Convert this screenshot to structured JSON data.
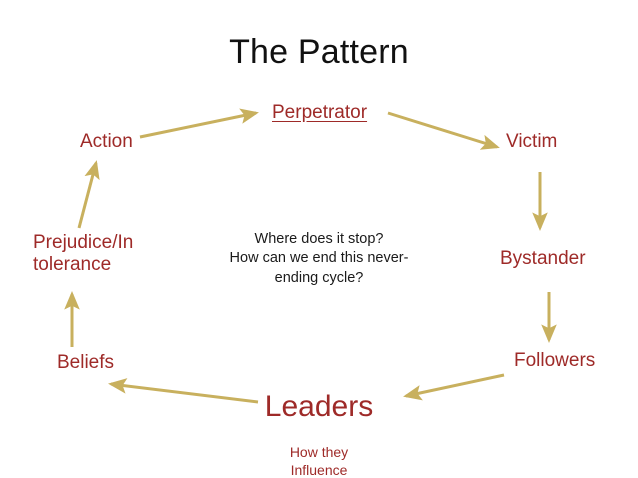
{
  "slide": {
    "title": "The Pattern",
    "background_color": "#ffffff",
    "title_color": "#111111",
    "node_color": "#9e2a28",
    "arrow_color": "#c8b05e",
    "center_text_color": "#1a1a1a"
  },
  "nodes": {
    "perpetrator": {
      "label": "Perpetrator"
    },
    "victim": {
      "label": "Victim"
    },
    "bystander": {
      "label": "Bystander"
    },
    "followers": {
      "label": "Followers"
    },
    "leaders": {
      "label": "Leaders",
      "subtitle": "How they\nInfluence"
    },
    "beliefs": {
      "label": "Beliefs"
    },
    "prejudice": {
      "label": "Prejudice/In\ntolerance"
    },
    "action": {
      "label": "Action"
    }
  },
  "center": {
    "text": "Where does it stop?\nHow can we end this never-\nending cycle?"
  },
  "chart_data": {
    "type": "diagram",
    "title": "The Pattern",
    "layout": "cycle",
    "direction": "counter-clockwise",
    "nodes": [
      "Perpetrator",
      "Victim",
      "Bystander",
      "Followers",
      "Leaders",
      "Beliefs",
      "Prejudice/Intolerance",
      "Action"
    ],
    "edges": [
      {
        "from": "Action",
        "to": "Perpetrator"
      },
      {
        "from": "Perpetrator",
        "to": "Victim"
      },
      {
        "from": "Victim",
        "to": "Bystander"
      },
      {
        "from": "Bystander",
        "to": "Followers"
      },
      {
        "from": "Followers",
        "to": "Leaders"
      },
      {
        "from": "Leaders",
        "to": "Beliefs"
      },
      {
        "from": "Beliefs",
        "to": "Prejudice/Intolerance"
      },
      {
        "from": "Prejudice/Intolerance",
        "to": "Action"
      }
    ],
    "annotation": "Where does it stop? How can we end this never-ending cycle?"
  }
}
